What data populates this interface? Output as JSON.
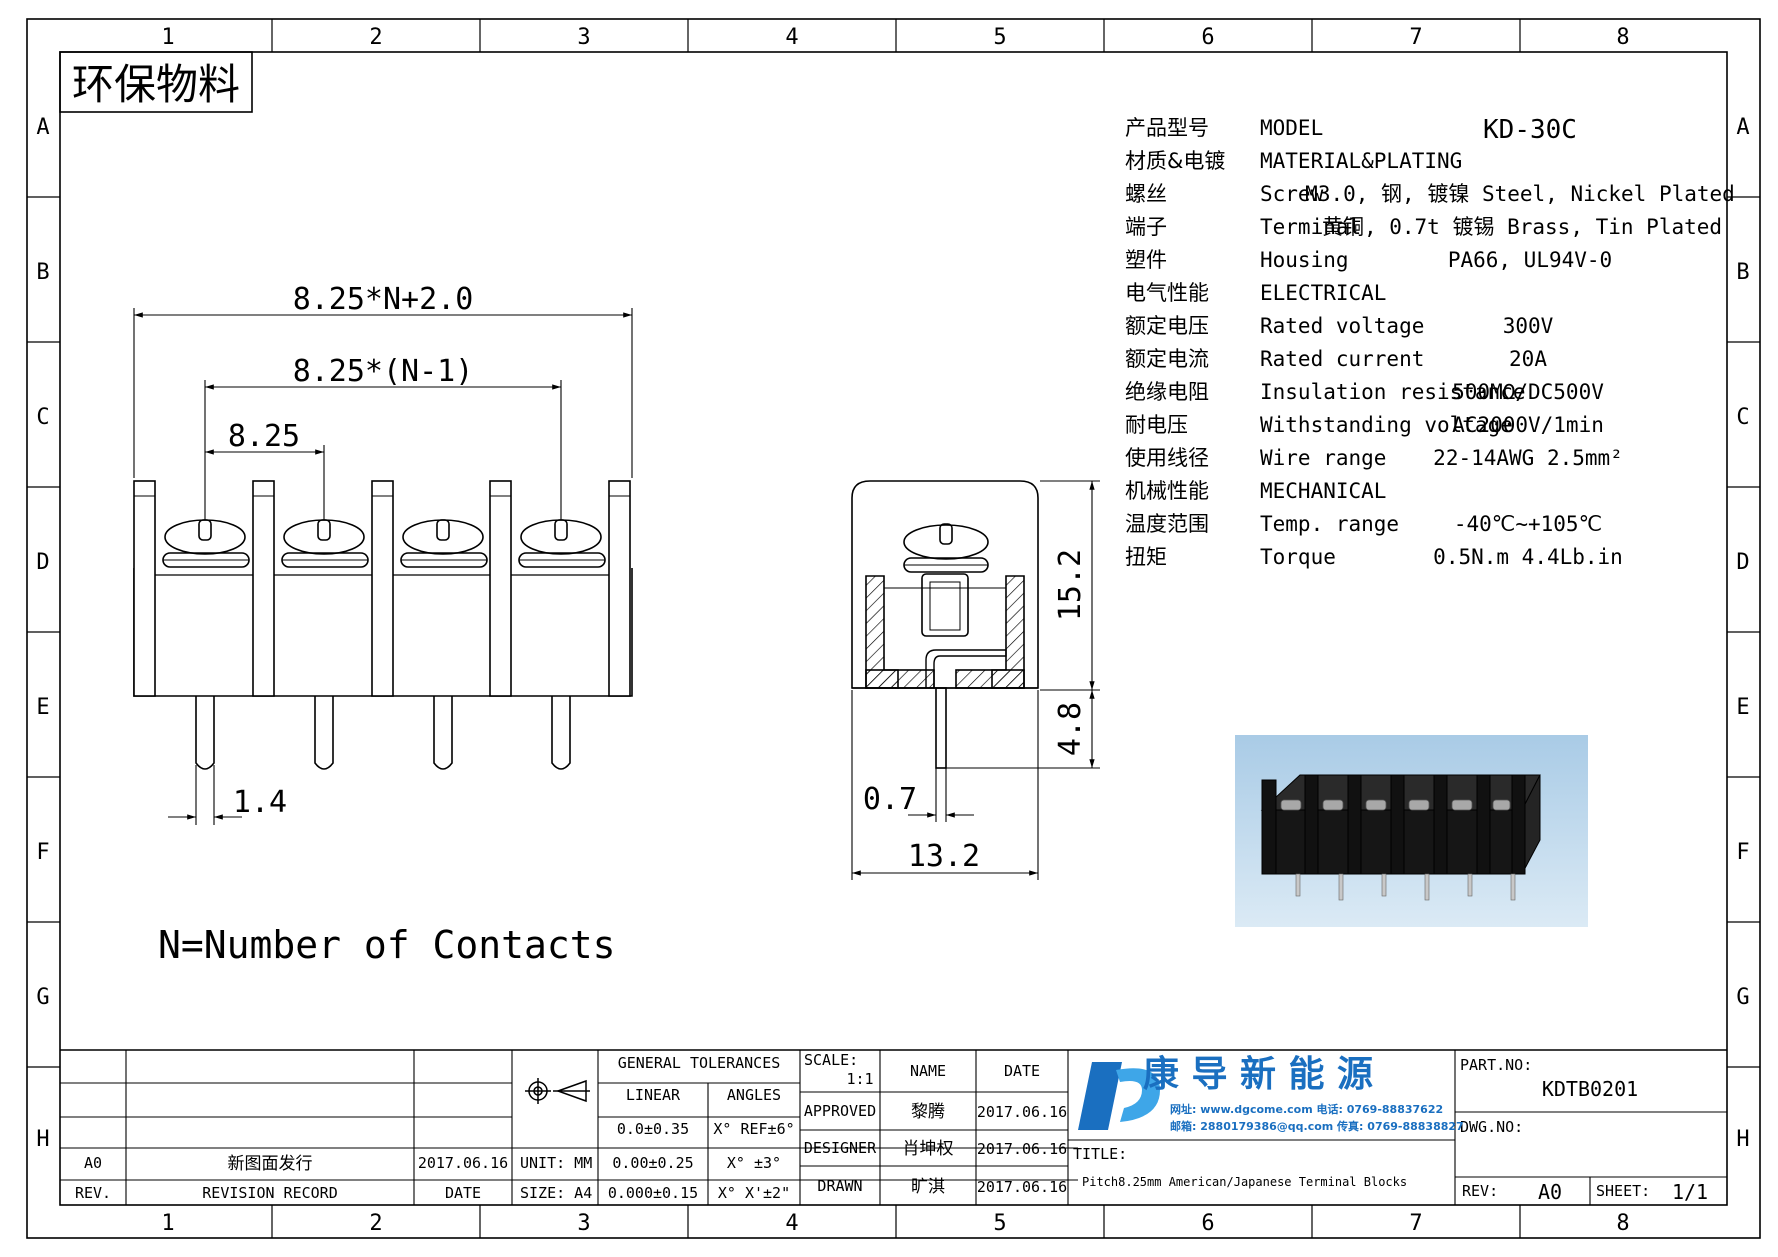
{
  "grid": {
    "cols": [
      "1",
      "2",
      "3",
      "4",
      "5",
      "6",
      "7",
      "8"
    ],
    "rows": [
      "A",
      "B",
      "C",
      "D",
      "E",
      "F",
      "G",
      "H"
    ]
  },
  "eco_label": "环保物料",
  "dimensions": {
    "overall": "8.25*N+2.0",
    "span": "8.25*(N-1)",
    "pitch": "8.25",
    "pin": "1.4",
    "height": "15.2",
    "pin_len": "4.8",
    "pin_thick": "0.7",
    "depth": "13.2"
  },
  "note": "N=Number of Contacts",
  "specs": [
    {
      "cn": "产品型号",
      "en": "MODEL",
      "value": "KD-30C"
    },
    {
      "cn": "材质&电镀",
      "en": "MATERIAL&PLATING",
      "value": ""
    },
    {
      "cn": "螺丝",
      "en": "Screw",
      "value": "M3.0, 钢, 镀镍 Steel, Nickel Plated"
    },
    {
      "cn": "端子",
      "en": "Terminal",
      "value": "黄铜, 0.7t 镀锡 Brass, Tin Plated"
    },
    {
      "cn": "塑件",
      "en": "Housing",
      "value": "PA66, UL94V-0"
    },
    {
      "cn": "电气性能",
      "en": "ELECTRICAL",
      "value": ""
    },
    {
      "cn": "额定电压",
      "en": "Rated voltage",
      "value": "300V"
    },
    {
      "cn": "额定电流",
      "en": "Rated current",
      "value": "20A"
    },
    {
      "cn": "绝缘电阻",
      "en": "Insulation resistance",
      "value": "500MΩ/DC500V"
    },
    {
      "cn": "耐电压",
      "en": "Withstanding voltage",
      "value": "AC2000V/1min"
    },
    {
      "cn": "使用线径",
      "en": "Wire range",
      "value": "22-14AWG 2.5mm²"
    },
    {
      "cn": "机械性能",
      "en": "MECHANICAL",
      "value": ""
    },
    {
      "cn": "温度范围",
      "en": "Temp. range",
      "value": "-40℃~+105℃"
    },
    {
      "cn": "扭矩",
      "en": "Torque",
      "value": "0.5N.m  4.4Lb.in"
    }
  ],
  "title_block": {
    "tol_header": "GENERAL TOLERANCES",
    "linear": "LINEAR",
    "angles": "ANGLES",
    "tol_rows": [
      {
        "lin": "0.0±0.35",
        "ang": "X° REF±6°"
      },
      {
        "lin": "0.00±0.25",
        "ang": "X° ±3°"
      },
      {
        "lin": "0.000±0.15",
        "ang": "X° X'±2\""
      }
    ],
    "unit": "UNIT: MM",
    "size": "SIZE: A4",
    "scale_label": "SCALE:",
    "scale_value": "1:1",
    "name_hdr": "NAME",
    "date_hdr": "DATE",
    "approved": "APPROVED",
    "approved_name": "黎腾",
    "approved_date": "2017.06.16",
    "designer": "DESIGNER",
    "designer_name": "肖坤权",
    "designer_date": "2017.06.16",
    "drawn": "DRAWN",
    "drawn_name": "旷淇",
    "drawn_date": "2017.06.16",
    "rev_a0": "A0",
    "rev_record_text": "新图面发行",
    "rev_date_val": "2017.06.16",
    "rev_hdr": "REV.",
    "record_hdr": "REVISION RECORD",
    "date_col_hdr": "DATE",
    "company": "康 导 新 能 源",
    "company_line1": "网址: www.dgcome.com  电话: 0769-88837622",
    "company_line2": "邮箱: 2880179386@qq.com  传真: 0769-88838827",
    "title_label": "TITLE:",
    "title_value": "Pitch8.25mm American/Japanese Terminal Blocks",
    "part_label": "PART.NO:",
    "part_value": "KDTB0201",
    "dwg_label": "DWG.NO:",
    "rev_label": "REV:",
    "rev_value": "A0",
    "sheet_label": "SHEET:",
    "sheet_value": "1/1"
  },
  "colors": {
    "logo_blue": "#1a6fc0",
    "logo_light": "#3ea6e8",
    "photo_bg": "#b9d6ec",
    "photo_body": "#1e1e1e"
  }
}
